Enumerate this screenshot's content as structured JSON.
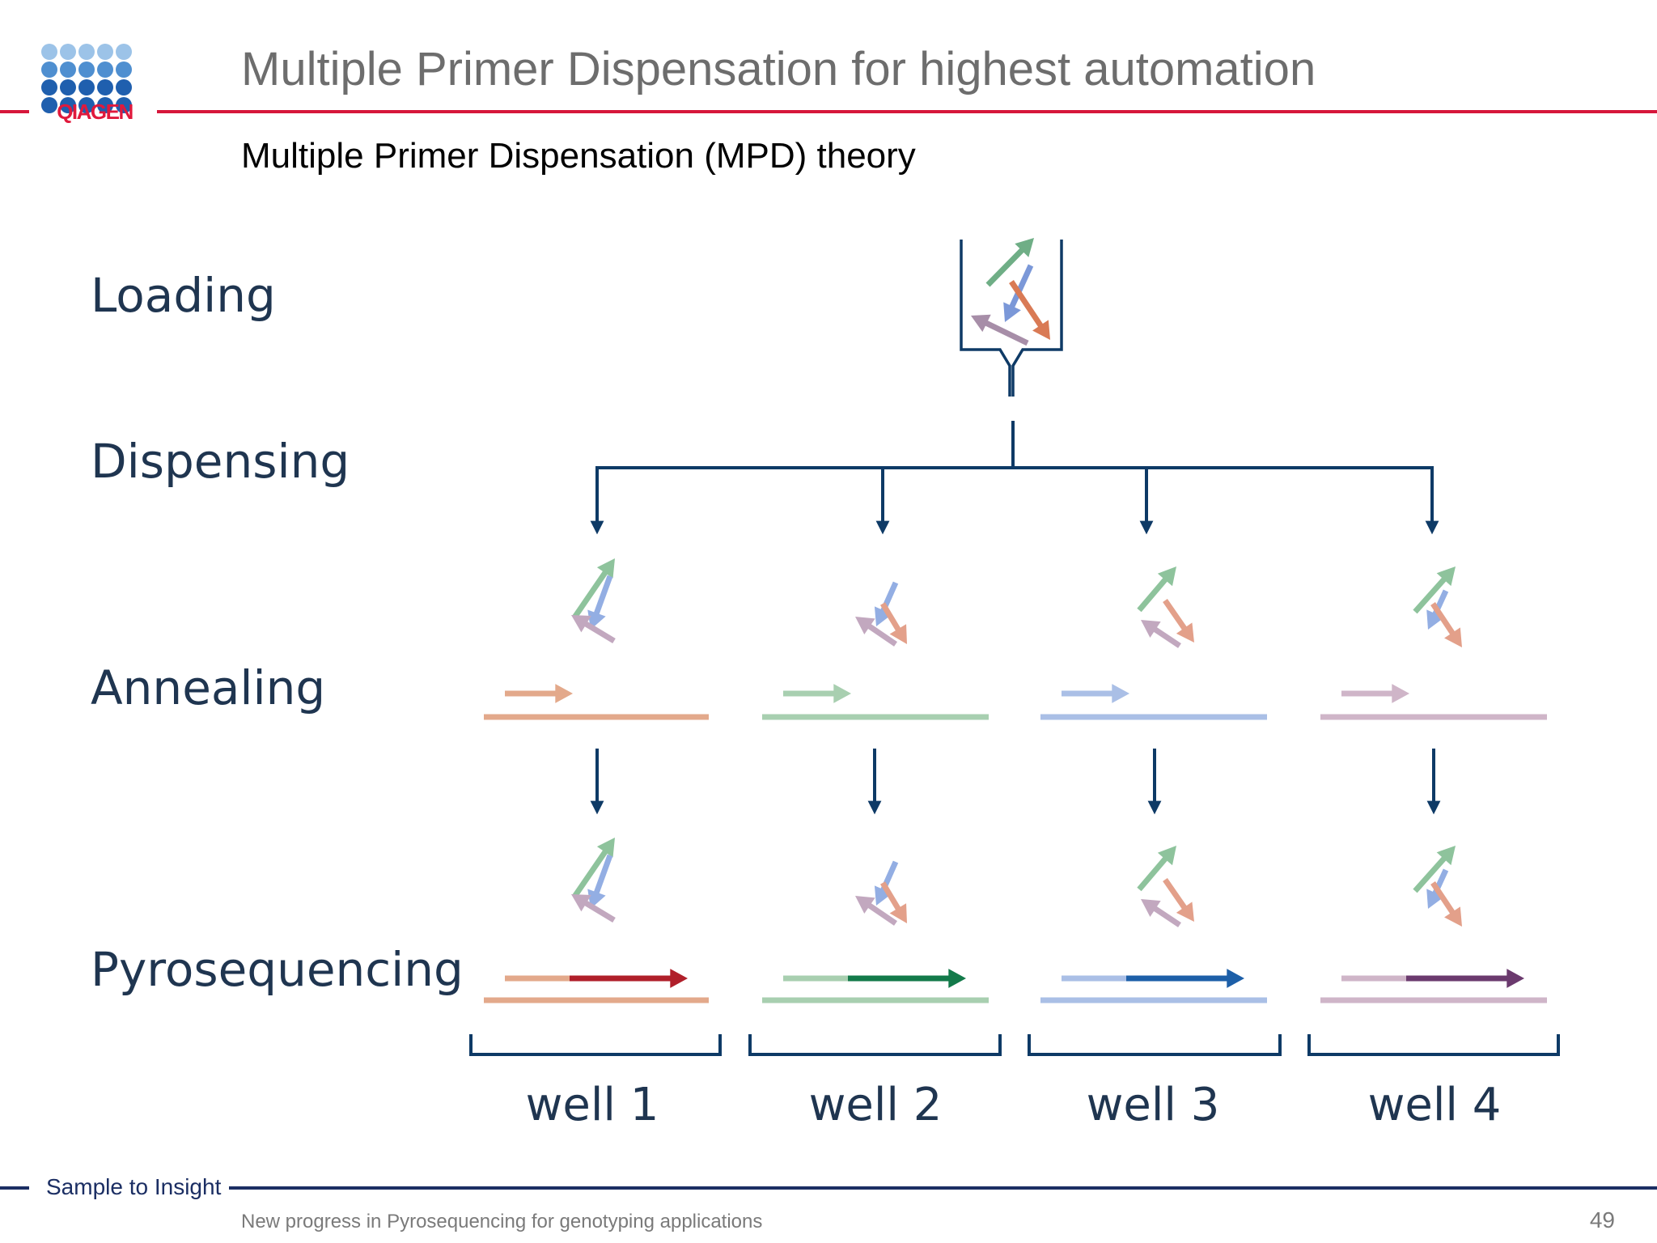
{
  "logo": {
    "text": "QIAGEN",
    "colors": {
      "light": "#9cc3e8",
      "mid": "#4f8fd0",
      "dark": "#1f5fae",
      "text": "#e0193c"
    }
  },
  "header": {
    "title": "Multiple Primer Dispensation for highest automation",
    "subtitle": "Multiple Primer Dispensation (MPD) theory"
  },
  "diagram": {
    "steps": [
      "Loading",
      "Dispensing",
      "Annealing",
      "Pyrosequencing"
    ],
    "wells": [
      {
        "label": "well 1",
        "light": "#e3a98b",
        "dark": "#b01f2a"
      },
      {
        "label": "well 2",
        "light": "#a8cfb0",
        "dark": "#137a4a"
      },
      {
        "label": "well 3",
        "light": "#aabfe6",
        "dark": "#1d5fa8"
      },
      {
        "label": "well 4",
        "light": "#cfb5c8",
        "dark": "#6b3a6e"
      }
    ],
    "primer_colors": {
      "green": "#8ec39c",
      "blue": "#93aee3",
      "orange": "#e3a08a",
      "mauve": "#c2a8bf"
    },
    "flow_color": "#0e3a66"
  },
  "footer": {
    "tagline": "Sample to Insight",
    "text": "New progress in Pyrosequencing for genotyping applications",
    "page": "49"
  }
}
